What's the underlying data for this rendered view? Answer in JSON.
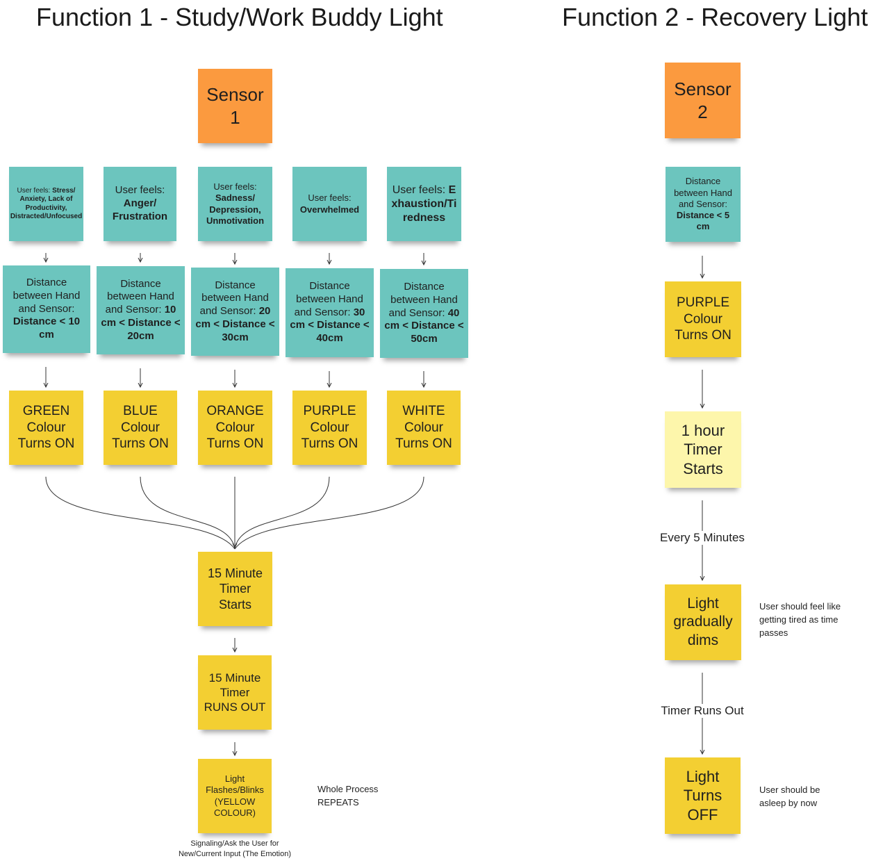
{
  "function1": {
    "title": "Function 1 - Study/Work Buddy Light",
    "sensor": "Sensor 1",
    "branches": [
      {
        "feeling_prefix": "User feels: ",
        "feeling": "Stress/ Anxiety,  Lack of Productivity, Distracted/Unfocused",
        "distance_prefix": "Distance between Hand and Sensor: ",
        "distance": "Distance < 10 cm",
        "color_result": "GREEN Colour Turns ON"
      },
      {
        "feeling_prefix": "User feels: ",
        "feeling": "Anger/ Frustration",
        "distance_prefix": "Distance between Hand and Sensor: ",
        "distance": "10 cm < Distance < 20cm",
        "color_result": "BLUE Colour Turns ON"
      },
      {
        "feeling_prefix": "User feels: ",
        "feeling": "Sadness/ Depression, Unmotivation",
        "distance_prefix": "Distance between Hand and Sensor: ",
        "distance": "20 cm < Distance < 30cm",
        "color_result": "ORANGE Colour Turns ON"
      },
      {
        "feeling_prefix": "User feels: ",
        "feeling": "Overwhelmed",
        "distance_prefix": "Distance between Hand and Sensor: ",
        "distance": "30 cm < Distance < 40cm",
        "color_result": "PURPLE Colour Turns ON"
      },
      {
        "feeling_prefix": "User feels: ",
        "feeling": "Exhaustion/Tiredness",
        "distance_prefix": "Distance between Hand and Sensor: ",
        "distance": "40 cm < Distance < 50cm",
        "color_result": "WHITE Colour Turns ON"
      }
    ],
    "timer_start": "15 Minute Timer Starts",
    "timer_end": "15 Minute Timer RUNS OUT",
    "flash": "Light Flashes/Blinks (YELLOW COLOUR)",
    "flash_caption": "Signaling/Ask the User for New/Current Input (The Emotion)",
    "repeat_note": "Whole Process REPEATS"
  },
  "function2": {
    "title": "Function 2 - Recovery Light",
    "sensor": "Sensor 2",
    "distance_prefix": "Distance between Hand and Sensor: ",
    "distance": "Distance < 5 cm",
    "color_result": "PURPLE Colour Turns ON",
    "timer": "1 hour Timer Starts",
    "interval_label": "Every 5 Minutes",
    "dim": "Light gradually dims",
    "dim_note": "User should feel like getting  tired as time passes",
    "runout_label": "Timer Runs Out",
    "off": "Light Turns OFF",
    "off_note": "User should be asleep by now"
  },
  "colors": {
    "orange_note": "#fb9a3f",
    "teal_note": "#6cc5be",
    "yellow_note": "#f3cf32",
    "pale_note": "#fdf6ab"
  }
}
